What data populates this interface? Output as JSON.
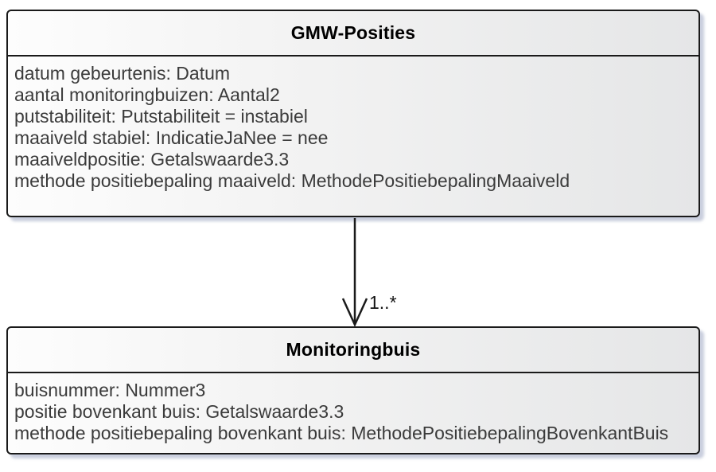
{
  "diagram": {
    "type": "uml-class-diagram",
    "classes": [
      {
        "name": "GMW-Posities",
        "attributes": [
          "datum gebeurtenis: Datum",
          "aantal monitoringbuizen: Aantal2",
          "putstabiliteit: Putstabiliteit = instabiel",
          "maaiveld stabiel: IndicatieJaNee = nee",
          "maaiveldpositie: Getalswaarde3.3",
          "methode positiebepaling maaiveld: MethodePositiebepalingMaaiveld"
        ]
      },
      {
        "name": "Monitoringbuis",
        "attributes": [
          "buisnummer: Nummer3",
          "positie bovenkant buis: Getalswaarde3.3",
          "methode positiebepaling bovenkant buis: MethodePositiebepalingBovenkantBuis"
        ]
      }
    ],
    "association": {
      "source": "GMW-Posities",
      "target": "Monitoringbuis",
      "multiplicity": "1..*"
    },
    "colors": {
      "border": "#1a1a1a",
      "fill_left": "#fdfdfd",
      "fill_right": "#e5e6e7",
      "shadow": "#c9cfdc",
      "title_text": "#000000",
      "attribute_text": "#3b3b3b"
    }
  }
}
